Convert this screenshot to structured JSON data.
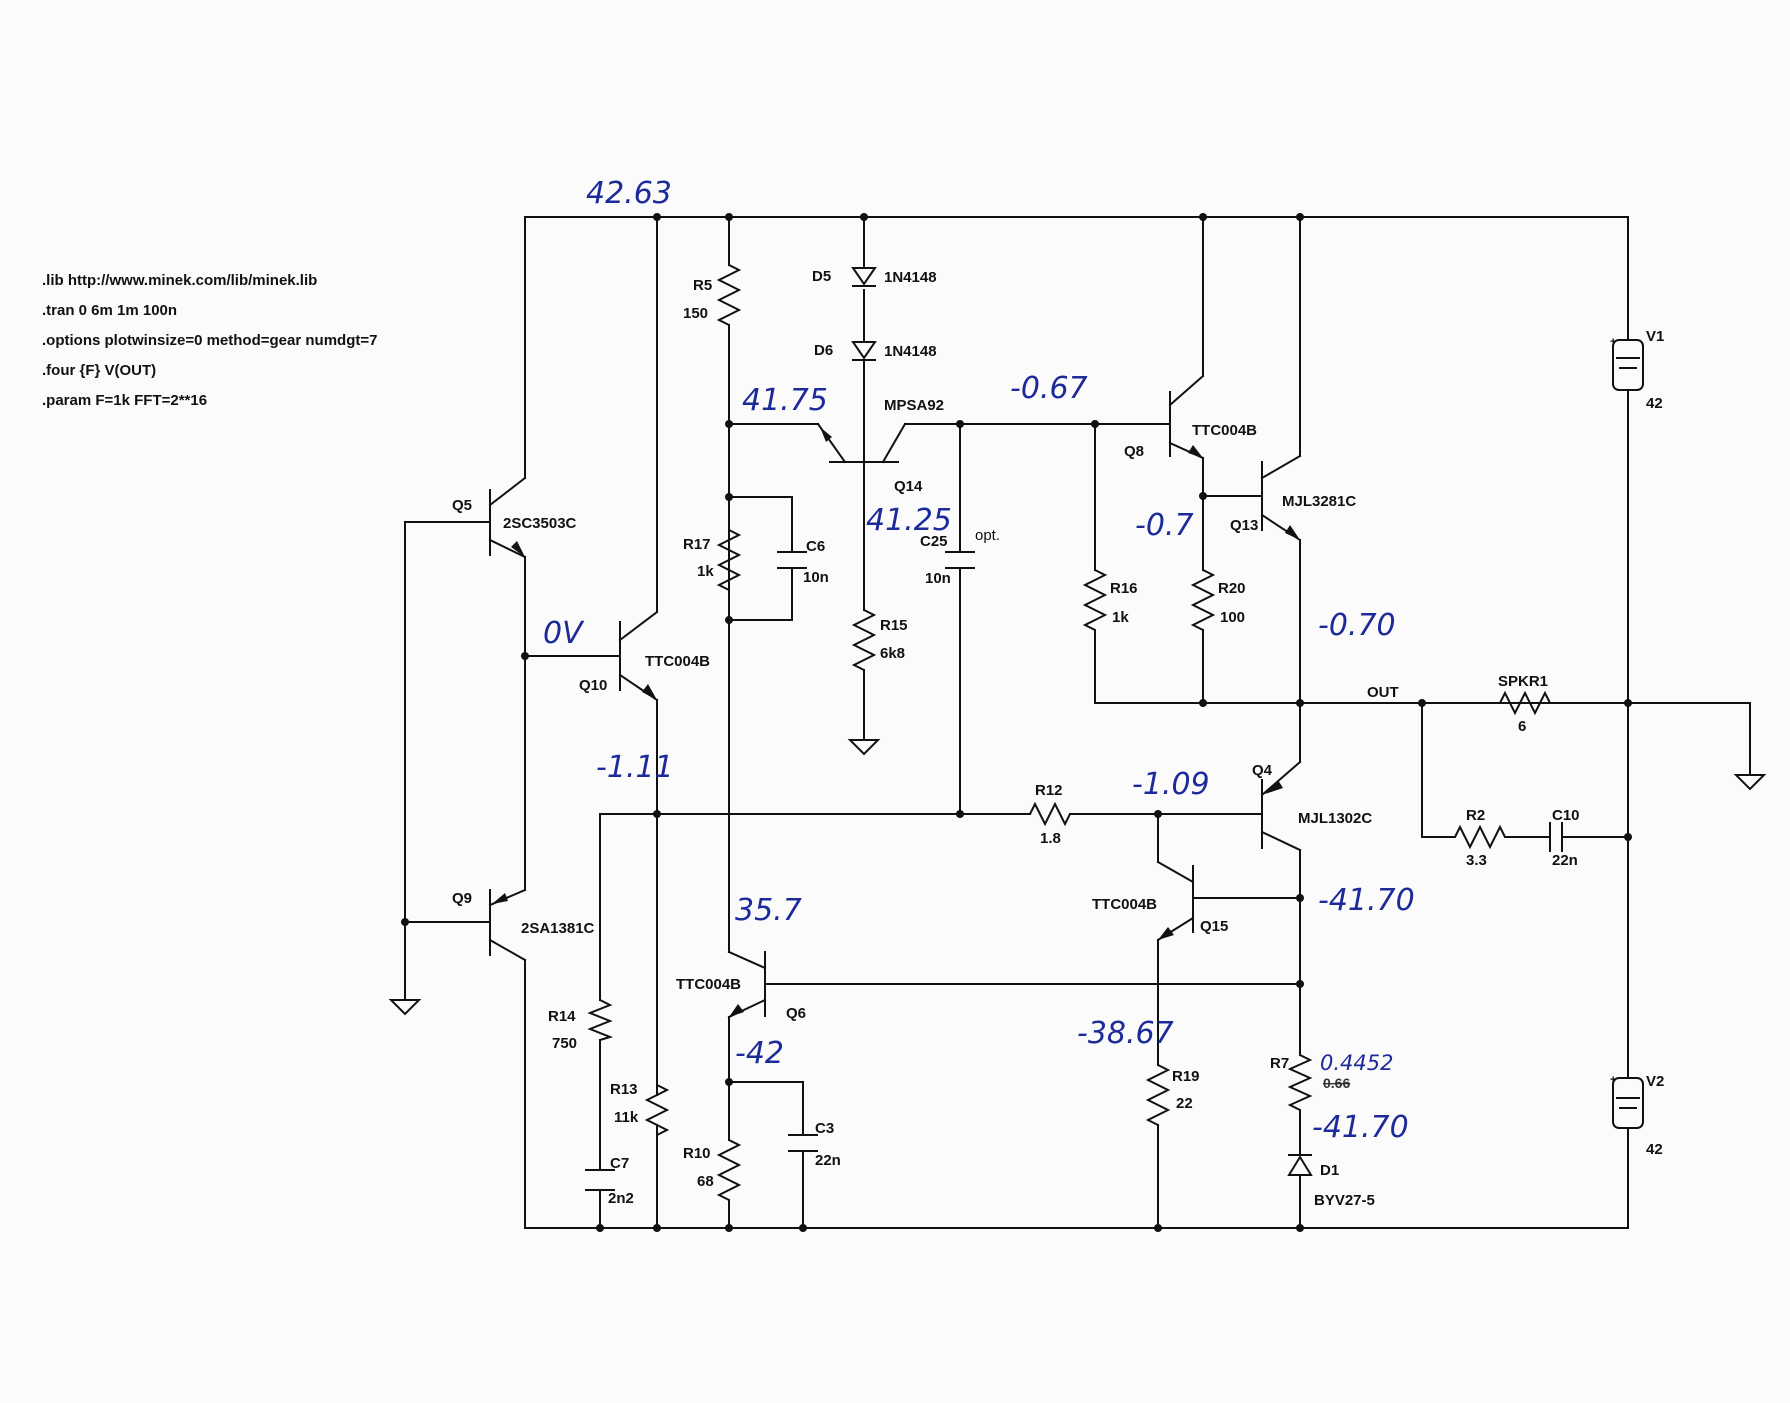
{
  "spice_directives": [
    ".lib http://www.minek.com/lib/minek.lib",
    ".tran 0 6m 1m 100n",
    ".options plotwinsize=0 method=gear numdgt=7",
    ".four {F} V(OUT)",
    ".param F=1k FFT=2**16"
  ],
  "components": {
    "Q5": {
      "ref": "Q5",
      "value": "2SC3503C"
    },
    "Q9": {
      "ref": "Q9",
      "value": "2SA1381C"
    },
    "Q10": {
      "ref": "Q10",
      "value": "TTC004B"
    },
    "Q14": {
      "ref": "Q14",
      "value": "MPSA92"
    },
    "Q8": {
      "ref": "Q8",
      "value": "TTC004B"
    },
    "Q13": {
      "ref": "Q13",
      "value": "MJL3281C"
    },
    "Q4": {
      "ref": "Q4",
      "value": "MJL1302C"
    },
    "Q15": {
      "ref": "Q15",
      "value": "TTC004B"
    },
    "Q6": {
      "ref": "Q6",
      "value": "TTC004B"
    },
    "R5": {
      "ref": "R5",
      "value": "150"
    },
    "R17": {
      "ref": "R17",
      "value": "1k"
    },
    "R15": {
      "ref": "R15",
      "value": "6k8"
    },
    "R16": {
      "ref": "R16",
      "value": "1k"
    },
    "R20": {
      "ref": "R20",
      "value": "100"
    },
    "R12": {
      "ref": "R12",
      "value": "1.8"
    },
    "R14": {
      "ref": "R14",
      "value": "750"
    },
    "R13": {
      "ref": "R13",
      "value": "11k"
    },
    "R10": {
      "ref": "R10",
      "value": "68"
    },
    "R19": {
      "ref": "R19",
      "value": "22"
    },
    "R7": {
      "ref": "R7",
      "value": "0.66"
    },
    "R2": {
      "ref": "R2",
      "value": "3.3"
    },
    "SPKR1": {
      "ref": "SPKR1",
      "value": "6"
    },
    "C6": {
      "ref": "C6",
      "value": "10n"
    },
    "C25": {
      "ref": "C25",
      "value": "10n",
      "note": "opt."
    },
    "C7": {
      "ref": "C7",
      "value": "2n2"
    },
    "C3": {
      "ref": "C3",
      "value": "22n"
    },
    "C10": {
      "ref": "C10",
      "value": "22n"
    },
    "D5": {
      "ref": "D5",
      "value": "1N4148"
    },
    "D6": {
      "ref": "D6",
      "value": "1N4148"
    },
    "D1": {
      "ref": "D1",
      "value": "BYV27-5"
    },
    "V1": {
      "ref": "V1",
      "value": "42"
    },
    "V2": {
      "ref": "V2",
      "value": "42"
    }
  },
  "net_labels": {
    "out": "OUT"
  },
  "handwritten_voltages": {
    "rail_top": "42.63",
    "q14_base": "41.75",
    "q14_emitter": "41.25",
    "q8_base": "-0.67",
    "q13_base": "-0.7",
    "q13_emitter": "-0.70",
    "input_node": "0V",
    "q10_emitter": "-1.11",
    "q4_base": "-1.09",
    "q4_collector": "-41.70",
    "q6_collector": "35.7",
    "q6_emitter": "-42",
    "q15_emitter": "-38.67",
    "r7_new_value": "0.4452",
    "d1_anode": "-41.70"
  }
}
